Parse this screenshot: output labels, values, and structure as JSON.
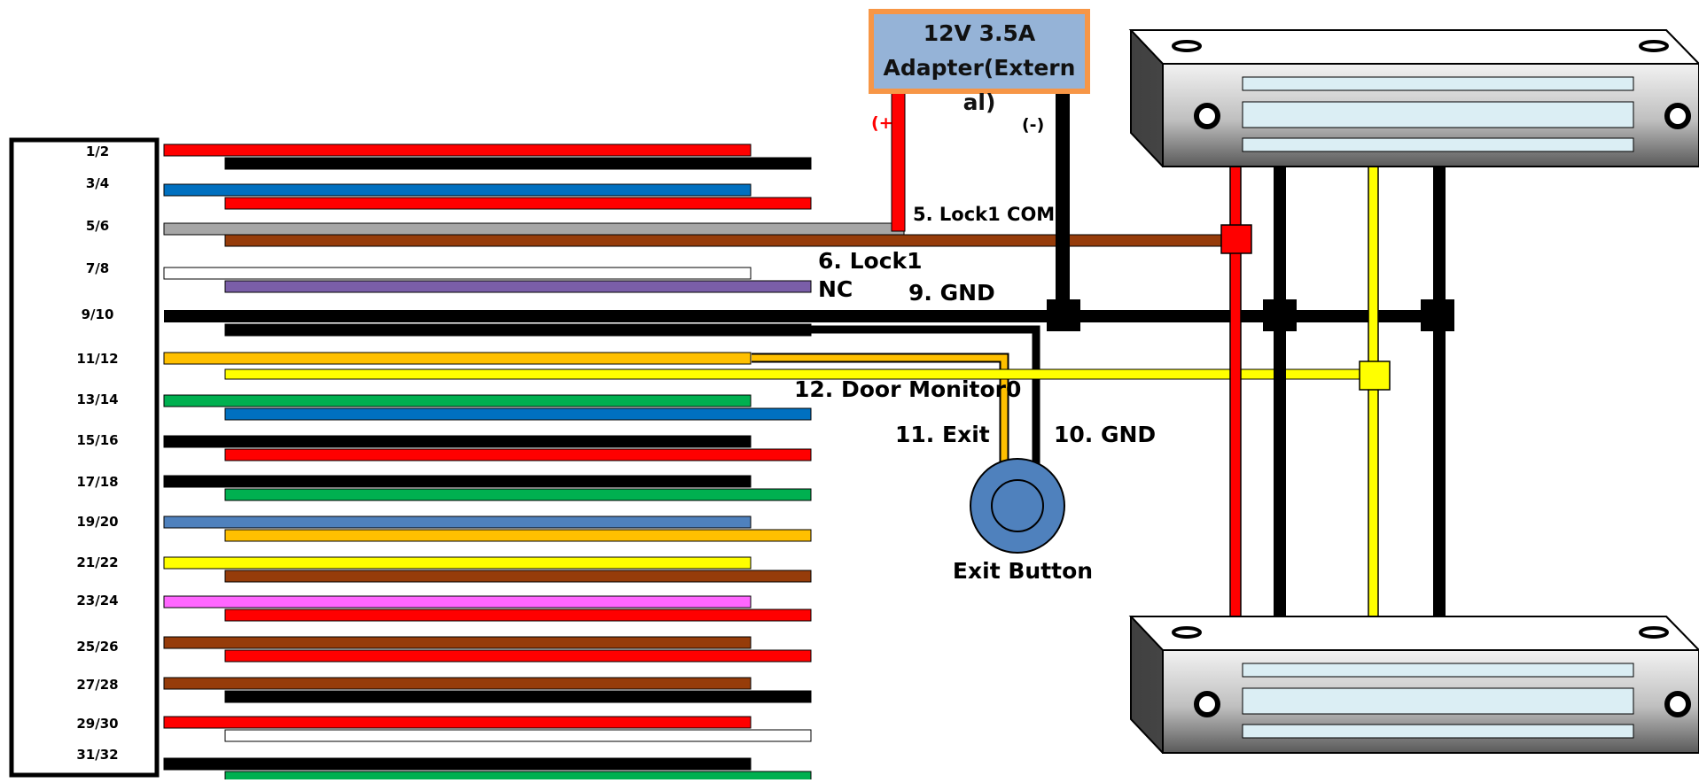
{
  "adapter": {
    "label_line1": "12V 3.5A",
    "label_line2": "Adapter(Extern",
    "label_line3": "al)",
    "plus_label": "(+)",
    "minus_label": "(-)"
  },
  "colors": {
    "red": "#ff0000",
    "black": "#000000",
    "blue": "#0070c0",
    "gray": "#a6a6a6",
    "brown": "#963c0a",
    "white": "#ffffff",
    "purple": "#7a5ea8",
    "orange": "#ffc000",
    "yellow": "#ffff00",
    "green": "#00b050",
    "steel_blue": "#4f81bd",
    "pink": "#ff66ff",
    "adapter_fill": "#95b3d7",
    "adapter_border": "#f79646",
    "button_fill": "#4f81bd"
  },
  "connector": {
    "pins": [
      {
        "label": "1/2",
        "top": "red",
        "bottom": "black"
      },
      {
        "label": "3/4",
        "top": "blue",
        "bottom": "red"
      },
      {
        "label": "5/6",
        "top": "gray",
        "bottom": "brown"
      },
      {
        "label": "7/8",
        "top": "white",
        "bottom": "purple"
      },
      {
        "label": "9/10",
        "top": "black",
        "bottom": "black"
      },
      {
        "label": "11/12",
        "top": "orange",
        "bottom": "yellow"
      },
      {
        "label": "13/14",
        "top": "green",
        "bottom": "blue"
      },
      {
        "label": "15/16",
        "top": "black",
        "bottom": "red"
      },
      {
        "label": "17/18",
        "top": "black",
        "bottom": "green"
      },
      {
        "label": "19/20",
        "top": "steel_blue",
        "bottom": "orange"
      },
      {
        "label": "21/22",
        "top": "yellow",
        "bottom": "brown"
      },
      {
        "label": "23/24",
        "top": "pink",
        "bottom": "red"
      },
      {
        "label": "25/26",
        "top": "brown",
        "bottom": "red"
      },
      {
        "label": "27/28",
        "top": "brown",
        "bottom": "black"
      },
      {
        "label": "29/30",
        "top": "red",
        "bottom": "white"
      },
      {
        "label": "31/32",
        "top": "black",
        "bottom": "green"
      }
    ]
  },
  "wire_labels": {
    "lock1_com": "5. Lock1 COM",
    "lock1_nc_line1": "6. Lock1",
    "lock1_nc_line2": "NC",
    "gnd9": "9. GND",
    "door_monitor": "12. Door Monitor0",
    "exit11": "11. Exit",
    "gnd10": "10. GND"
  },
  "exit_button": {
    "label": "Exit Button",
    "icon": "push-button-icon"
  },
  "locks": [
    {
      "name": "upper",
      "icon": "maglock-icon"
    },
    {
      "name": "lower",
      "icon": "maglock-icon"
    }
  ]
}
